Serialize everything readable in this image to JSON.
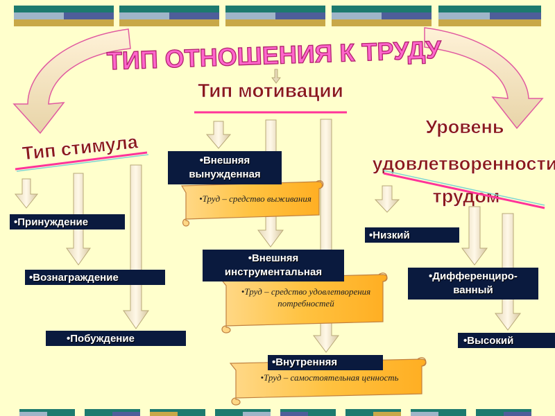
{
  "title": "ТИП ОТНОШЕНИЯ К ТРУДУ",
  "motivation": {
    "heading": "Тип мотивации",
    "external_forced": "•Внешняя вынужденная",
    "external_forced_scroll": "•Труд – средство выживания",
    "external_instrumental": "•Внешняя инструментальная",
    "external_instrumental_scroll": "•Труд – средство удовлетворения потребностей",
    "internal": "•Внутренняя",
    "internal_scroll": "•Труд – самостоятельная ценность"
  },
  "stimulus": {
    "heading": "Тип стимула",
    "coercion": "•Принуждение",
    "reward": "•Вознаграждение",
    "encouragement": "•Побуждение"
  },
  "satisfaction": {
    "heading_line1": "Уровень",
    "heading_line2": "удовлетворенности",
    "heading_line3": "трудом",
    "low": "•Низкий",
    "differentiated": "•Дифференциро-ванный",
    "high": "•Высокий"
  },
  "colors": {
    "background": "#FFFFCC",
    "title_fill": "#FF66CC",
    "heading_fill": "#8B1A1A",
    "box_fill": "#0A1A3E",
    "scroll_fill": "#FFC34D",
    "arrow_fill": "#F0E4C8",
    "underline": "#FF3399"
  }
}
